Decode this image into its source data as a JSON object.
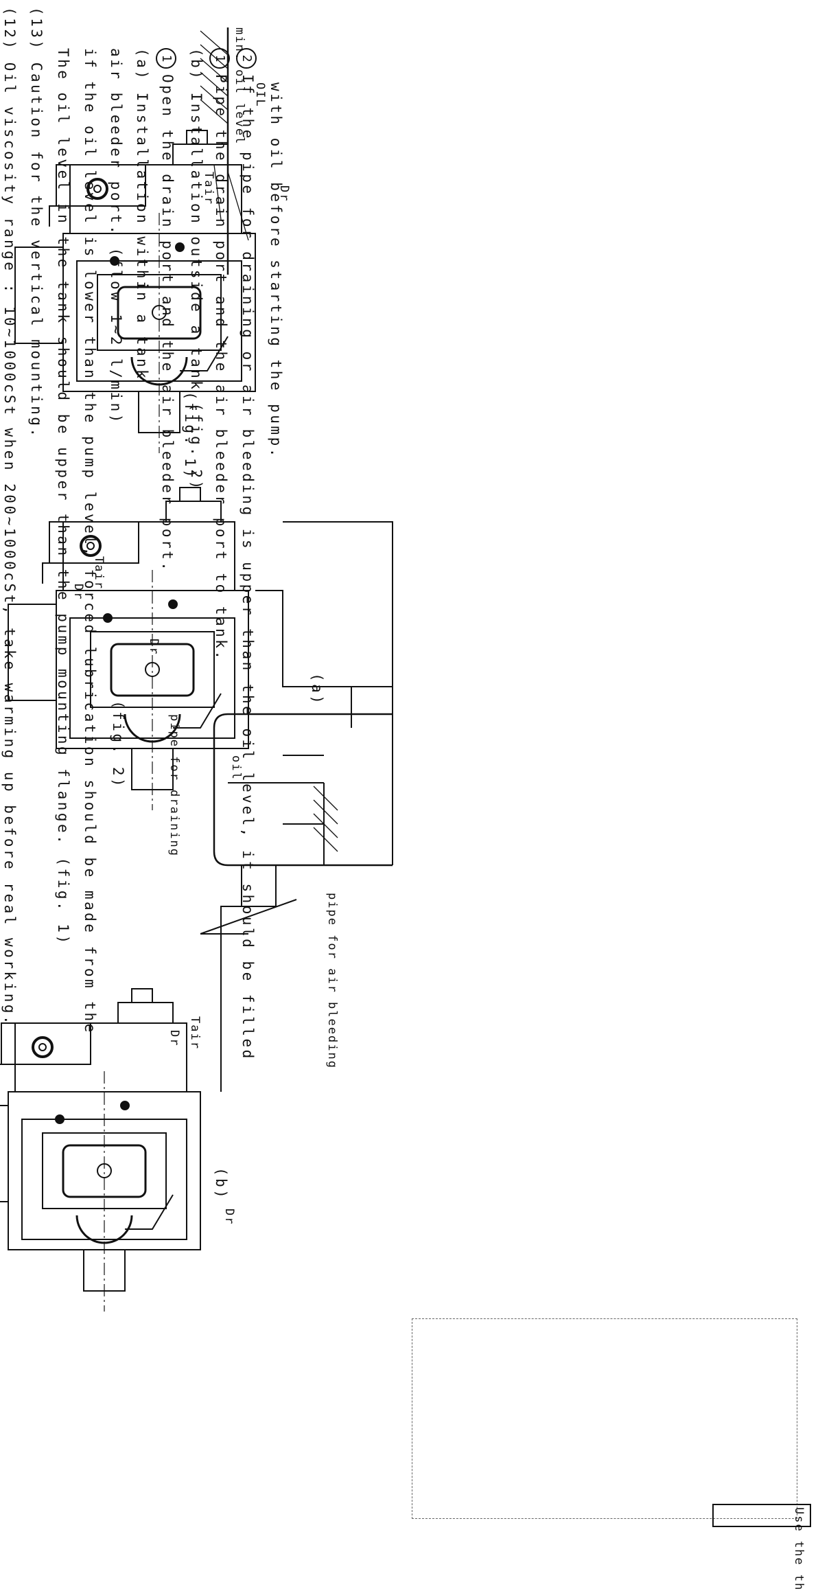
{
  "instructions": {
    "line_12": "(12) Oil viscosity range : 10~1000cSt when 200~1000cSt, take warming up before real working.",
    "line_13": "(13) Caution for the vertical mounting.",
    "para_1": "The oil level in the tank should be upper than the pump mounting flange. (fig. 1)",
    "para_2": "if the oil level is lower than the pump level, forced lubrication should be made from the",
    "para_3": "air bleeder port. (flow 1~2 l/min)",
    "a_head": "(a) Installation within a tank",
    "a_1_num": "1",
    "a_1": "Open the drain port and the air bleeder port.",
    "b_head": "(b) Installation outside a tank (fig. 2)",
    "b_1_num": "1",
    "b_1": "Pipe the drain port and the air bleeder port to tank.",
    "b_2_num": "2",
    "b_2": "If the pipe for draining or air bleeding is upper than the oil level, it should be filled",
    "b_3": "with oil before starting the pump."
  },
  "figure_1": {
    "min_oil_level": "min. oil level",
    "oil": "OIL",
    "tair": "Tair",
    "dr": "Dr",
    "caption": "(fig. 1)"
  },
  "figure_2": {
    "label_a": "(a)",
    "label_b": "(b)",
    "caption": "(fig. 2)",
    "oil": "oil",
    "pipe_draining": "pipe for draining",
    "pipe_air": "pipe for air bleeding",
    "tair_a": "Tair",
    "dr_a": "Dr",
    "dr_a2": "Dr",
    "tair_b": "Tair",
    "dr_b": "Dr",
    "dr_b2": "Dr"
  },
  "footer_box": {
    "partial_text": "Use the th"
  }
}
